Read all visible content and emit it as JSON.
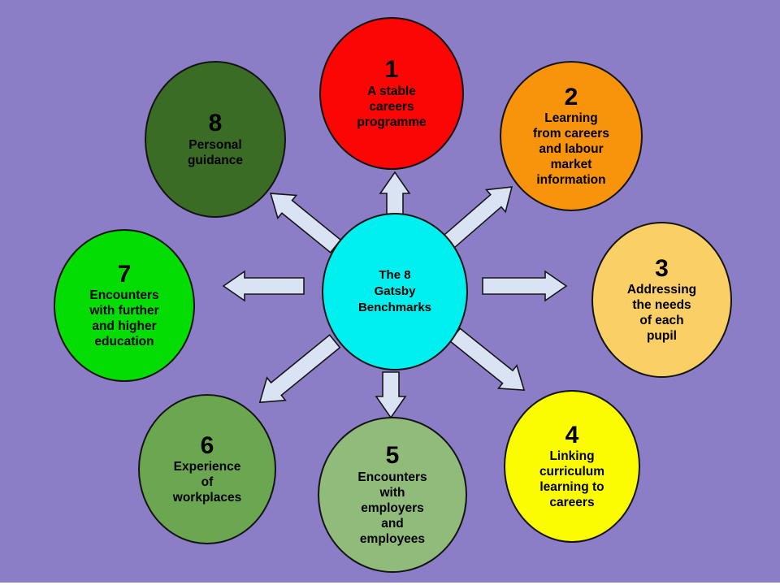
{
  "slide": {
    "background": "#8b7ec7"
  },
  "arrows": {
    "fill": "#d9e3f3"
  },
  "center": {
    "label": "The 8\nGatsby\nBenchmarks",
    "fill": "#00f0f0"
  },
  "nodes": [
    {
      "number": "1",
      "label": "A stable\ncareers\nprogramme",
      "fill": "#fb0505"
    },
    {
      "number": "2",
      "label": "Learning\nfrom careers\nand labour\nmarket\ninformation",
      "fill": "#f8940b"
    },
    {
      "number": "3",
      "label": "Addressing\nthe needs\nof each\npupil",
      "fill": "#f9cf66"
    },
    {
      "number": "4",
      "label": "Linking\ncurriculum\nlearning to\ncareers",
      "fill": "#fbfb02"
    },
    {
      "number": "5",
      "label": "Encounters\nwith\nemployers\nand\nemployees",
      "fill": "#90bb7b"
    },
    {
      "number": "6",
      "label": "Experience\nof\nworkplaces",
      "fill": "#6ba751"
    },
    {
      "number": "7",
      "label": "Encounters\nwith further\nand higher\neducation",
      "fill": "#04dd04"
    },
    {
      "number": "8",
      "label": "Personal\nguidance",
      "fill": "#3b6c26"
    }
  ]
}
